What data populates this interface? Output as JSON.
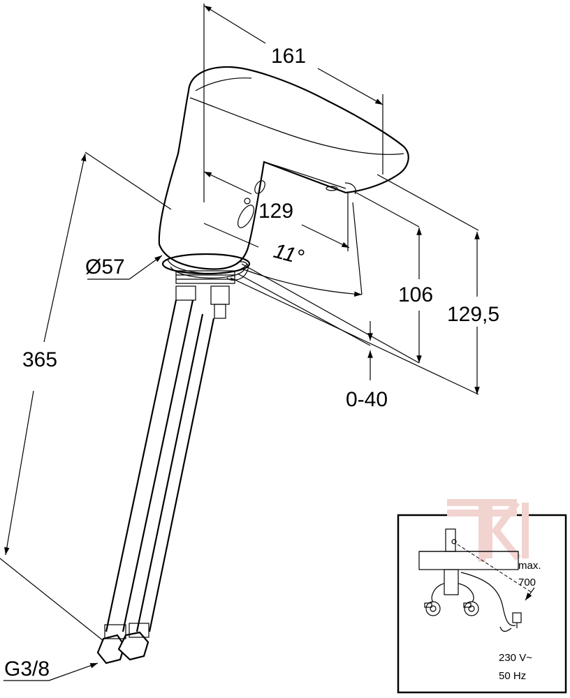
{
  "dimensions": {
    "d161": "161",
    "d129": "129",
    "angle": "11°",
    "d57": "Ø57",
    "d106": "106",
    "d129_5": "129,5",
    "d0_40": "0-40",
    "d365": "365",
    "g38": "G3/8"
  },
  "inset": {
    "max_label": "max.",
    "max_value": "700",
    "voltage": "230 V~",
    "frequency": "50 Hz"
  }
}
